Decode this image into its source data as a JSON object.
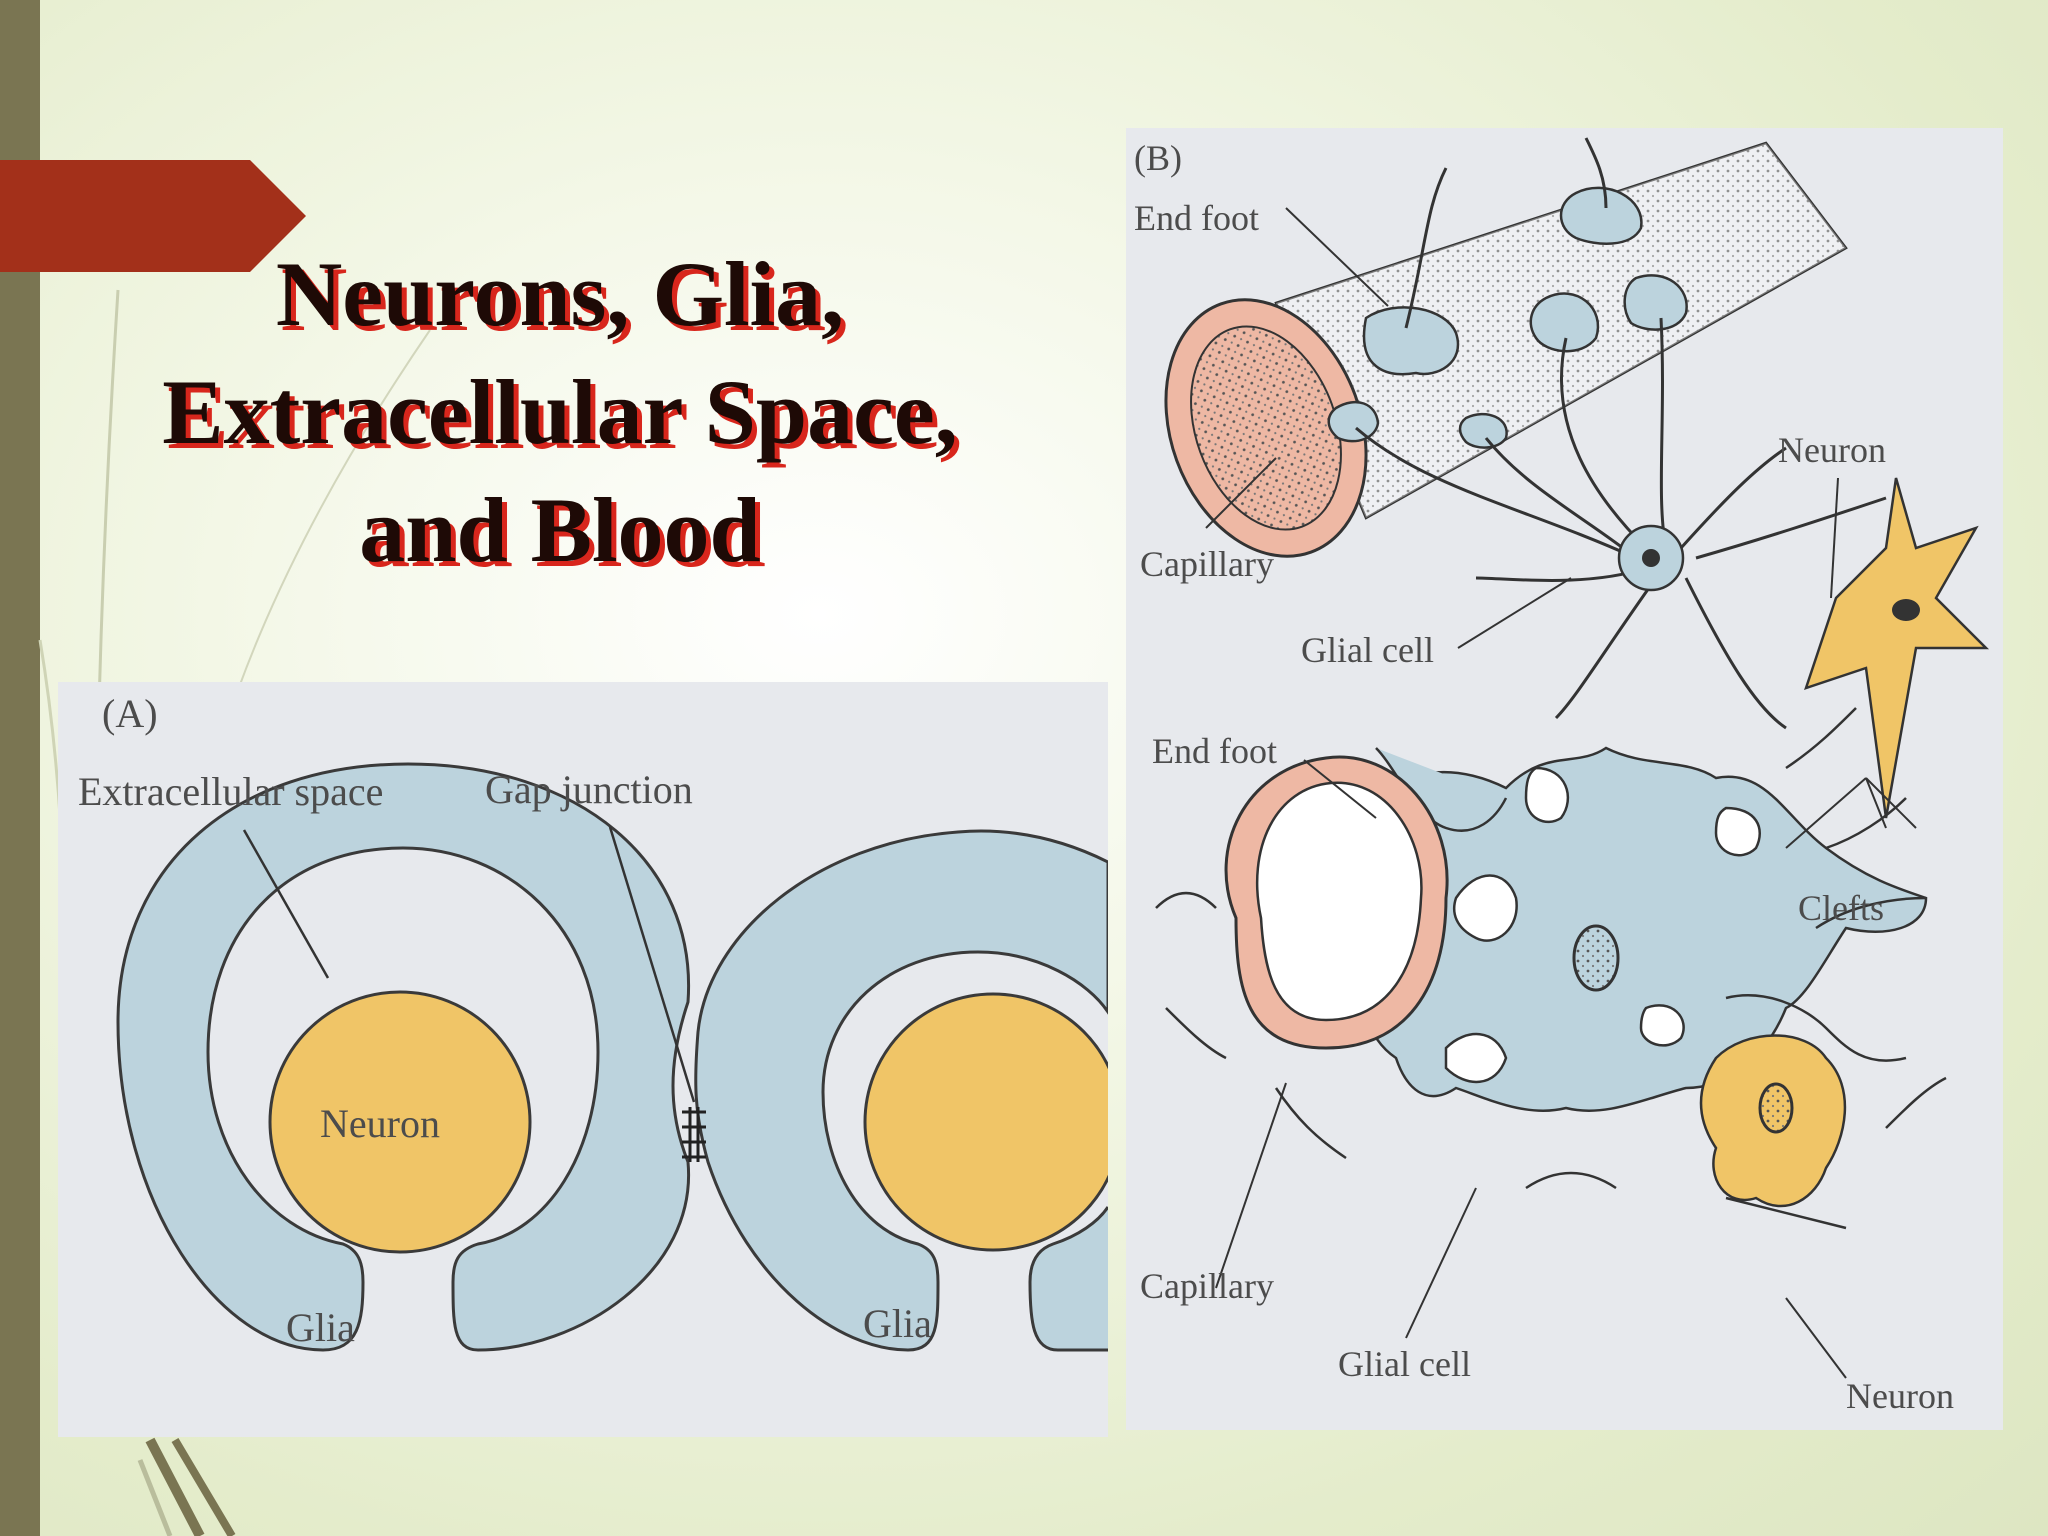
{
  "slide": {
    "title_lines": [
      "Neurons, Glia,",
      "Extracellular Space,",
      "and Blood"
    ],
    "colors": {
      "left_bar": "#7a7552",
      "ribbon": "#a3301a",
      "title_text": "#1e0a06",
      "title_shadow": "#d8261c",
      "glia": "#bcd3dd",
      "neuron": "#f0c567",
      "capillary": "#eeb8a4"
    }
  },
  "panel_a": {
    "tag": "(A)",
    "labels": {
      "extracellular_space": "Extracellular space",
      "gap_junction": "Gap junction",
      "neuron": "Neuron",
      "glia_left": "Glia",
      "glia_right": "Glia"
    }
  },
  "panel_b": {
    "tag": "(B)",
    "top": {
      "end_foot": "End foot",
      "capillary": "Capillary",
      "glial_cell": "Glial cell",
      "neuron": "Neuron"
    },
    "bottom": {
      "end_foot": "End foot",
      "clefts": "Clefts",
      "capillary": "Capillary",
      "glial_cell": "Glial cell",
      "neuron": "Neuron"
    }
  }
}
